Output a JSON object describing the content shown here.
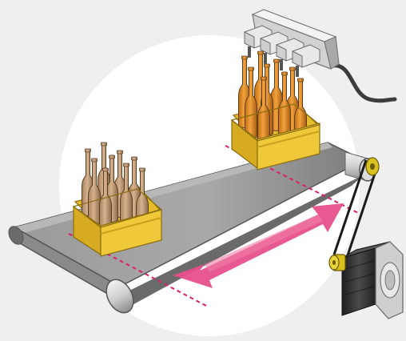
{
  "illustration": {
    "colors": {
      "background": "#efefef",
      "circle": "#ffffff",
      "belt_top": "#8f8f8f",
      "belt_top_light": "#b4b4b4",
      "belt_edge": "#5c5c5c",
      "roller": "#d9d9d9",
      "crate": "#f0c93a",
      "crate_dark": "#c9a01e",
      "bottle_empty": "#c9a17c",
      "bottle_filled": "#e08a1e",
      "arrow": "#e6508a",
      "dash_line": "#d9206e",
      "dispenser": "#e9e9e9",
      "nozzle": "#d9d9d9",
      "motor_body": "#3a3a3a",
      "motor_flange": "#c6c6c6",
      "pulley": "#d8c021",
      "cable": "#3c3c3c"
    },
    "components": [
      "conveyor-belt",
      "crate-with-empty-bottles",
      "crate-with-filled-bottles",
      "filling-dispenser",
      "stepper-motor",
      "drive-belt",
      "motion-arrow"
    ],
    "empty_bottle_count": 9,
    "filled_bottle_count": 9,
    "dispenser_nozzle_count": 4,
    "arrow_direction": "bidirectional"
  }
}
